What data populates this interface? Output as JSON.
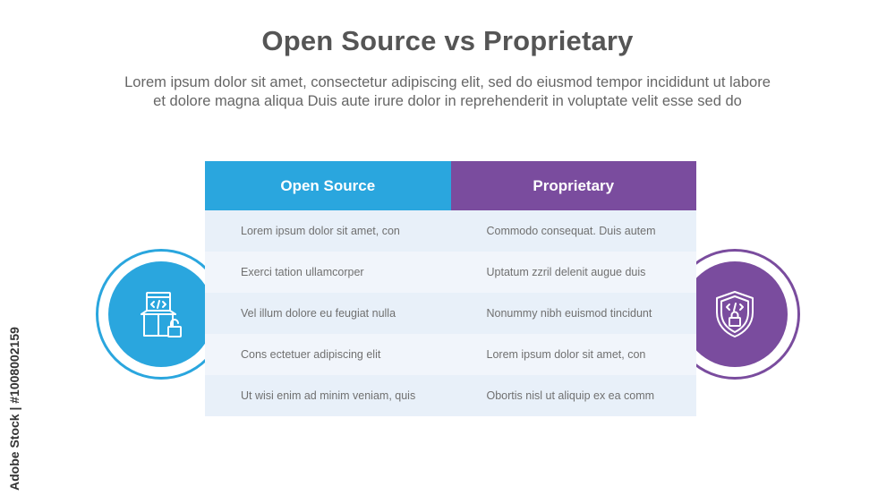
{
  "title": "Open Source vs Proprietary",
  "subtitle_line1": "Lorem ipsum dolor sit amet, consectetur adipiscing elit, sed do eiusmod tempor incididunt ut labore",
  "subtitle_line2": "et dolore magna aliqua Duis aute irure dolor in reprehenderit in voluptate velit esse sed do",
  "table": {
    "headers": [
      "Open Source",
      "Proprietary"
    ],
    "rows": [
      [
        "Lorem ipsum dolor sit amet, con",
        "Commodo consequat. Duis autem"
      ],
      [
        "Exerci tation ullamcorper",
        "Uptatum zzril delenit augue duis"
      ],
      [
        "Vel illum dolore eu feugiat nulla",
        "Nonummy nibh euismod tincidunt"
      ],
      [
        "Cons ectetuer adipiscing elit",
        "Lorem ipsum dolor sit amet, con"
      ],
      [
        "Ut wisi enim ad minim veniam, quis",
        "Obortis nisl ut aliquip ex ea comm"
      ]
    ]
  },
  "icons": {
    "left": "open-box-code-icon",
    "right": "shield-lock-code-icon"
  },
  "colors": {
    "open_source": "#2aa6de",
    "proprietary": "#7a4c9e",
    "row_odd": "#e8f0f9",
    "row_even": "#f1f5fb"
  },
  "stock_tag": "Adobe Stock | #1008002159"
}
